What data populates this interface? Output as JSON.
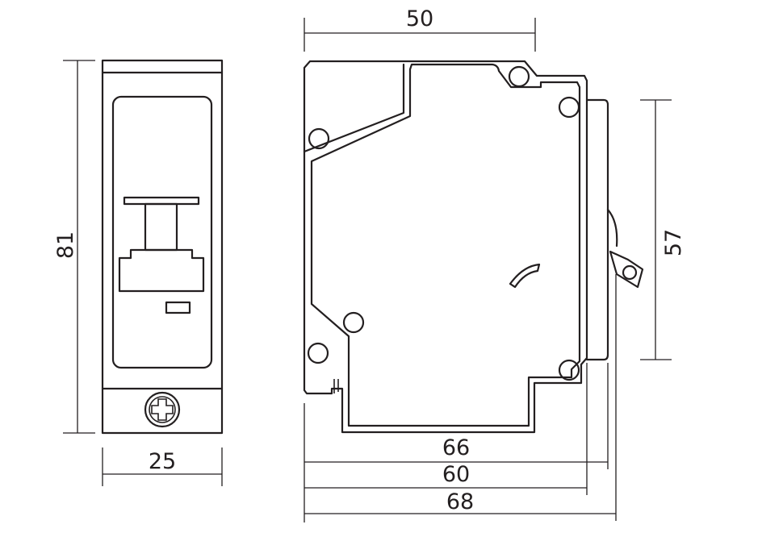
{
  "dimensions": {
    "front_height": "81",
    "front_width": "25",
    "side_top_width": "50",
    "side_right_height": "57",
    "bottom_upper": "66",
    "bottom_middle": "60",
    "bottom_lower": "68"
  },
  "colors": {
    "line": "#231f20",
    "background": "#ffffff"
  }
}
